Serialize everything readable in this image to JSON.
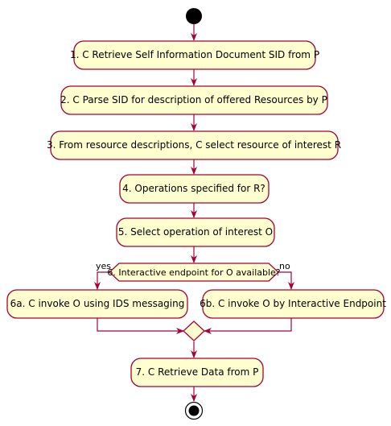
{
  "colors": {
    "box_fill": "#FEFECE",
    "line": "#A80036",
    "start": "#000000",
    "text": "#000000"
  },
  "steps": {
    "s1": "1. C Retrieve Self Information Document SID from P",
    "s2": "2. C Parse SID for description of offered Resources by P",
    "s3": "3. From resource descriptions, C select resource of interest R",
    "s4": "4. Operations specified for R?",
    "s5": "5. Select operation of interest O",
    "s6a": "6a. C invoke O using IDS messaging",
    "s6b": "6b. C invoke O by Interactive Endpoint",
    "s7": "7. C Retrieve Data from P"
  },
  "decision": {
    "question": "6. Interactive endpoint for O available?",
    "yes": "yes",
    "no": "no"
  }
}
